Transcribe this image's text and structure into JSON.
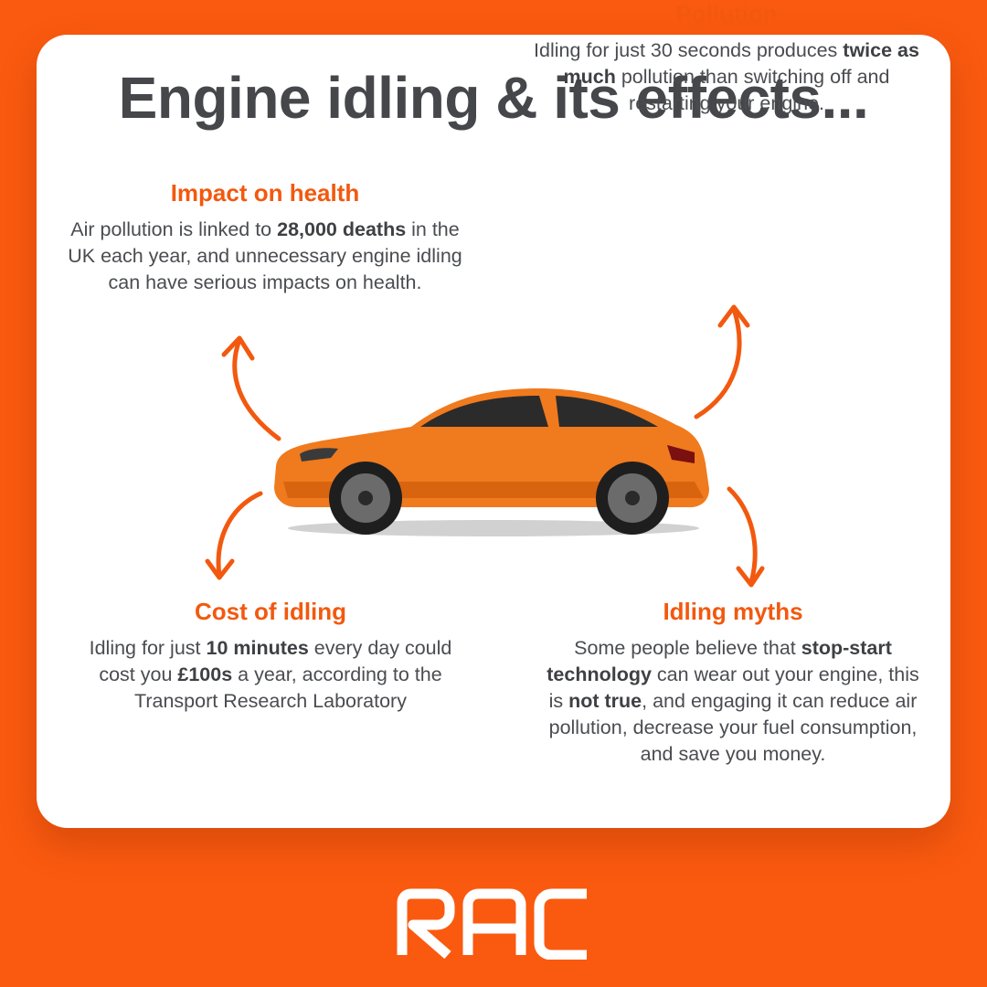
{
  "title": "Engine idling & its effects...",
  "sections": {
    "health": {
      "heading": "Impact on health",
      "t1": "Air pollution is linked to ",
      "b1": "28,000 deaths",
      "t2": " in the UK each year, and unnecessary engine idling can have serious impacts on health."
    },
    "pollution": {
      "heading": "Pollution",
      "t1": "Idling for just 30 seconds produces ",
      "b1": "twice as much",
      "t2": " pollution than switching off and restarting your engine."
    },
    "cost": {
      "heading": "Cost of idling",
      "t1": "Idling for just ",
      "b1": "10 minutes",
      "t2": " every day could cost you ",
      "b2": "£100s",
      "t3": " a year, according to the Transport Research Laboratory"
    },
    "myths": {
      "heading": "Idling myths",
      "t1": "Some people believe that ",
      "b1": "stop-start technology",
      "t2": " can wear out your engine, this is ",
      "b2": "not true",
      "t3": ", and engaging it can reduce air pollution, decrease your fuel consumption, and save you money."
    }
  },
  "logo": {
    "text": "RAC"
  },
  "colors": {
    "brand_orange": "#FA5A0F",
    "heading_orange": "#F2590F",
    "title_gray": "#45474B",
    "car_orange": "#F07A1E"
  }
}
